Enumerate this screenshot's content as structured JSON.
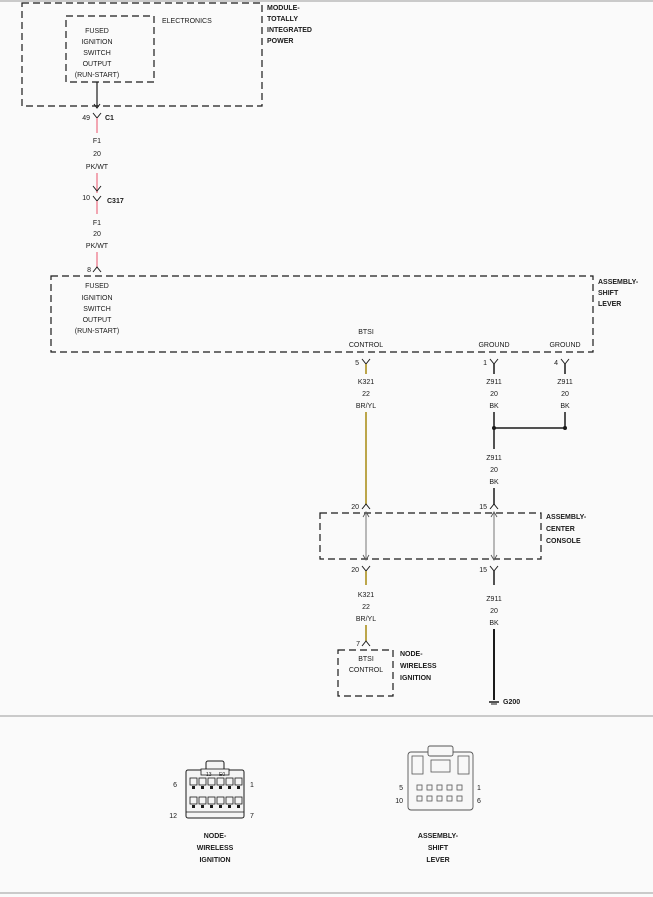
{
  "modules": {
    "totally_integrated_power": {
      "name_lines": [
        "MODULE-",
        "TOTALLY",
        "INTEGRATED",
        "POWER"
      ],
      "sub_box": "ELECTRONICS",
      "pin_lines": [
        "FUSED",
        "IGNITION",
        "SWITCH",
        "OUTPUT",
        "(RUN-START)"
      ]
    },
    "shift_lever": {
      "name_lines": [
        "ASSEMBLY-",
        "SHIFT",
        "LEVER"
      ],
      "fused_lines": [
        "FUSED",
        "IGNITION",
        "SWITCH",
        "OUTPUT",
        "(RUN-START)"
      ],
      "btsi_lines": [
        "BTSI",
        "CONTROL"
      ],
      "ground_1": "GROUND",
      "ground_2": "GROUND"
    },
    "center_console": {
      "name_lines": [
        "ASSEMBLY-",
        "CENTER",
        "CONSOLE"
      ]
    },
    "wireless_ignition": {
      "name_lines": [
        "NODE-",
        "WIRELESS",
        "IGNITION"
      ],
      "btsi_lines": [
        "BTSI",
        "CONTROL"
      ]
    }
  },
  "connectors": {
    "c1": {
      "name": "C1",
      "pin": "49"
    },
    "c317": {
      "name": "C317",
      "pin": "10"
    },
    "shift_fused_pin": "8",
    "shift_btsi_pin": "5",
    "shift_ground1_pin": "1",
    "shift_ground2_pin": "4",
    "console_left_top_pin": "20",
    "console_right_top_pin": "15",
    "console_left_bottom_pin": "20",
    "console_right_bottom_pin": "15",
    "wireless_pin": "7"
  },
  "wires": {
    "f1_upper": [
      "F1",
      "20",
      "PK/WT"
    ],
    "f1_lower": [
      "F1",
      "20",
      "PK/WT"
    ],
    "k321_upper": [
      "K321",
      "22",
      "BR/YL"
    ],
    "k321_lower": [
      "K321",
      "22",
      "BR/YL"
    ],
    "z911_g1": [
      "Z911",
      "20",
      "BK"
    ],
    "z911_g2": [
      "Z911",
      "20",
      "BK"
    ],
    "z911_mid": [
      "Z911",
      "20",
      "BK"
    ],
    "z911_low": [
      "Z911",
      "20",
      "BK"
    ]
  },
  "ground": {
    "name": "G200"
  },
  "colors": {
    "pk_wt": "#f08a9a",
    "br_yl": "#a88a10",
    "bk": "#1a1a1a"
  },
  "connector_views": {
    "wireless_ignition": {
      "pin_top_left": "6",
      "pin_top_right": "1",
      "pin_bottom_left": "12",
      "pin_bottom_right": "7",
      "caption_lines": [
        "NODE-",
        "WIRELESS",
        "IGNITION"
      ]
    },
    "shift_lever": {
      "pin_top_left": "5",
      "pin_top_right": "1",
      "pin_bottom_left": "10",
      "pin_bottom_right": "6",
      "caption_lines": [
        "ASSEMBLY-",
        "SHIFT",
        "LEVER"
      ]
    }
  }
}
